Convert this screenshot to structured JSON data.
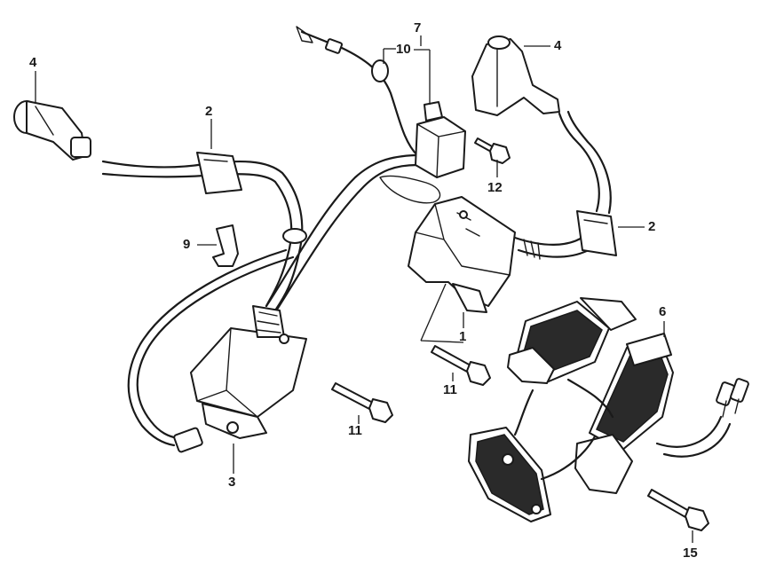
{
  "callouts": [
    {
      "id": "c1",
      "text": "1"
    },
    {
      "id": "c2a",
      "text": "2"
    },
    {
      "id": "c2b",
      "text": "2"
    },
    {
      "id": "c3",
      "text": "3"
    },
    {
      "id": "c4a",
      "text": "4"
    },
    {
      "id": "c4b",
      "text": "4"
    },
    {
      "id": "c6",
      "text": "6"
    },
    {
      "id": "c7",
      "text": "7"
    },
    {
      "id": "c9",
      "text": "9"
    },
    {
      "id": "c10",
      "text": "10"
    },
    {
      "id": "c11a",
      "text": "11"
    },
    {
      "id": "c11b",
      "text": "11"
    },
    {
      "id": "c12",
      "text": "12"
    },
    {
      "id": "c15",
      "text": "15"
    }
  ]
}
